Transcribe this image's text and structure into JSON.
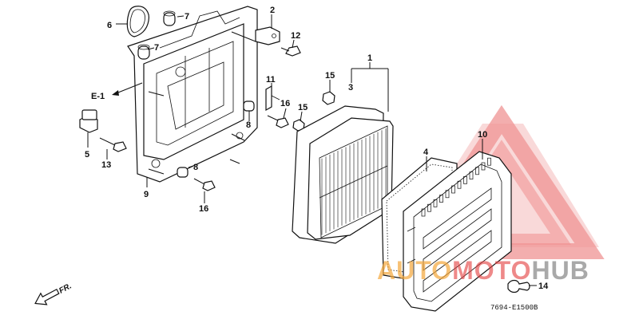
{
  "diagram": {
    "part_labels": [
      "1",
      "2",
      "3",
      "4",
      "5",
      "6",
      "7",
      "7",
      "8",
      "8",
      "9",
      "10",
      "11",
      "12",
      "13",
      "14",
      "15",
      "15",
      "16",
      "16"
    ],
    "reference_label": "E-1",
    "direction_label": "FR.",
    "catalog_code": "7694-E1500B",
    "watermark_text": {
      "prefix": "AUTO",
      "middle": "MOTO",
      "suffix": "HUB"
    },
    "colors": {
      "line": "#111111",
      "watermark_red": "#e23b3b",
      "watermark_orange": "#f3a73a",
      "watermark_gray": "#9a9a9a"
    }
  }
}
